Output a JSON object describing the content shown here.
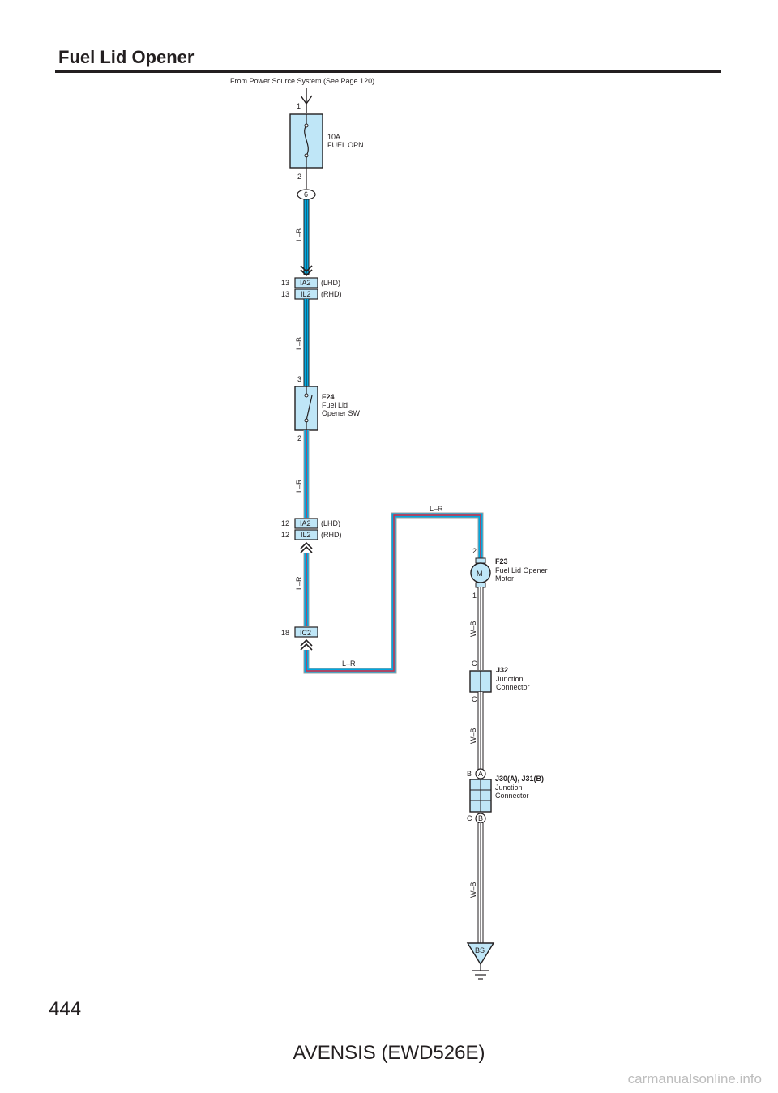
{
  "header": {
    "title": "Fuel Lid Opener"
  },
  "source_note": "From Power Source System (See Page 120)",
  "colors": {
    "wire_blue": "#00a8e0",
    "wire_red": "#e2263d",
    "wire_gray": "#a0a0a0",
    "component_fill": "#bfe6f7",
    "ink": "#231f20"
  },
  "fuse": {
    "pin_top": "1",
    "pin_bottom": "2",
    "rating": "10A",
    "name": "FUEL OPN",
    "junction_id": "6"
  },
  "wire_codes": {
    "lb_1": "L–B",
    "lb_2": "L–B",
    "lr_1": "L–R",
    "lr_2": "L–R",
    "lr_top": "L–R",
    "lr_bottom": "L–R",
    "wb_1": "W–B",
    "wb_2": "W–B",
    "wb_3": "W–B"
  },
  "connector_ia2_top": {
    "pin": "13",
    "pin_b": "13",
    "code_a": "IA2",
    "code_b": "IL2",
    "note_a": "(LHD)",
    "note_b": "(RHD)"
  },
  "switch": {
    "pin_top": "3",
    "pin_bottom": "2",
    "id": "F24",
    "name_1": "Fuel Lid",
    "name_2": "Opener SW"
  },
  "connector_ia2_bottom": {
    "pin": "12",
    "pin_b": "12",
    "code_a": "IA2",
    "code_b": "IL2",
    "note_a": "(LHD)",
    "note_b": "(RHD)"
  },
  "connector_ic2": {
    "pin": "18",
    "code": "IC2"
  },
  "motor": {
    "pin_top": "2",
    "pin_bottom": "1",
    "symbol": "M",
    "id": "F23",
    "name_1": "Fuel Lid Opener",
    "name_2": "Motor"
  },
  "j32": {
    "pin_top": "C",
    "pin_bottom": "C",
    "id": "J32",
    "name_1": "Junction",
    "name_2": "Connector"
  },
  "j30": {
    "pin_top": "B",
    "pin_bottom": "C",
    "tag_top": "A",
    "tag_bottom": "B",
    "id": "J30(A), J31(B)",
    "name_1": "Junction",
    "name_2": "Connector"
  },
  "ground": {
    "code": "BS"
  },
  "footer": {
    "page_number": "444",
    "model": "AVENSIS (EWD526E)",
    "watermark": "carmanualsonline.info"
  }
}
